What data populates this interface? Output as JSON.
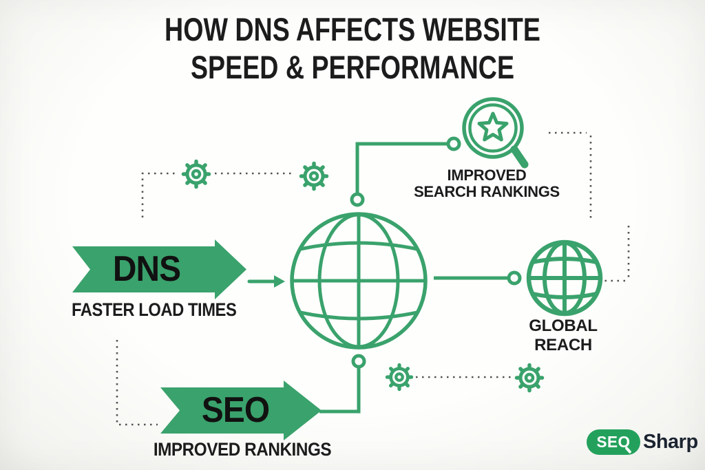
{
  "colors": {
    "green": "#3aa26c",
    "logo_green": "#23a15c",
    "ink": "#1c1c1c",
    "logo_ink": "#1b2430",
    "dotted": "#2d2d2d"
  },
  "title": {
    "line1": "HOW DNS AFFECTS WEBSITE",
    "line2": "SPEED & PERFORMANCE"
  },
  "labels": {
    "search_rankings": {
      "line1": "IMPROVED",
      "line2": "SEARCH RANKINGS"
    },
    "dns": {
      "arrow": "DNS",
      "caption": "FASTER LOAD TIMES"
    },
    "global_reach": {
      "line1": "GLOBAL",
      "line2": "REACH"
    },
    "seo": {
      "arrow": "SEO",
      "caption": "IMPROVED RANKINGS"
    }
  },
  "logo": {
    "badge": "SEO",
    "name": "Sharp"
  }
}
